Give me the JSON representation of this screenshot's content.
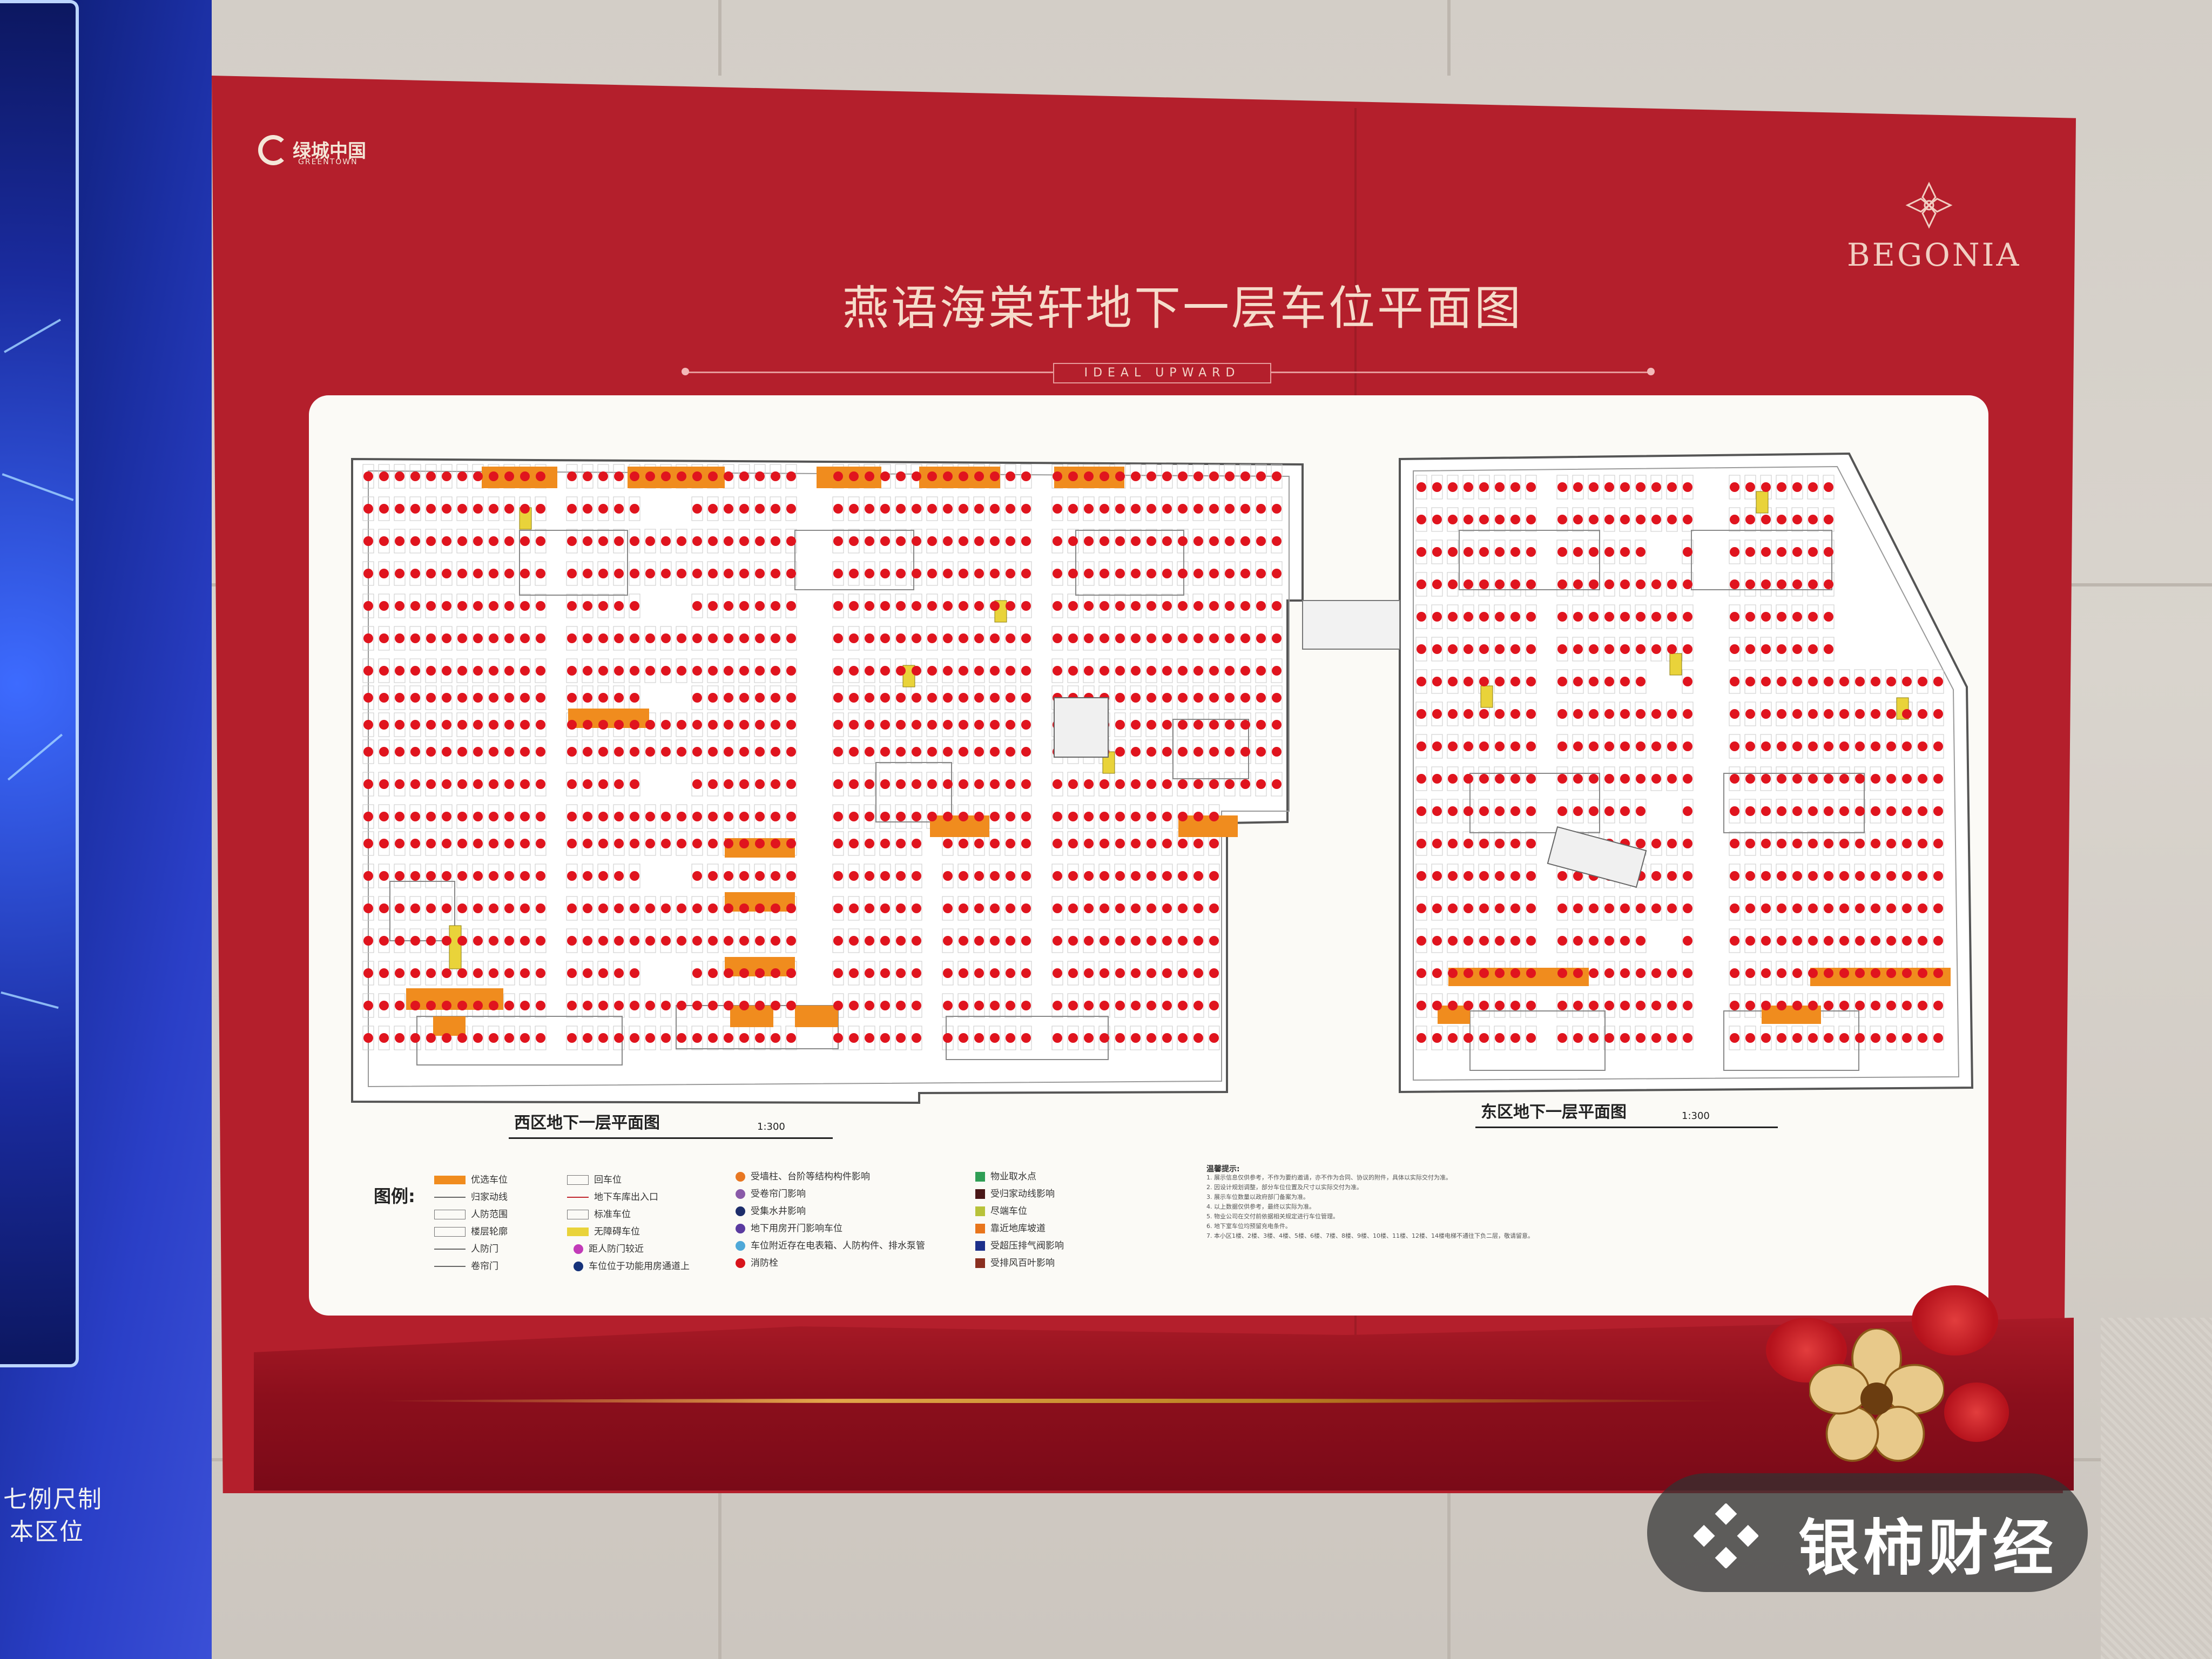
{
  "board": {
    "brand_cn": "绿城中国",
    "brand_en": "GREENTOWN",
    "project_en": "BEGONIA",
    "title": "燕语海棠轩地下一层车位平面图",
    "tagline": "IDEAL UPWARD"
  },
  "screen": {
    "text_line_1": "七例尺制",
    "text_line_2": "本区位"
  },
  "plan": {
    "west_caption": "西区地下一层平面图",
    "west_scale": "1:300",
    "east_caption": "东区地下一层平面图",
    "east_scale": "1:300"
  },
  "legend": {
    "title": "图例:",
    "col1": [
      "优选车位",
      "归家动线",
      "人防范围",
      "楼层轮廓",
      "人防门",
      "卷帘门"
    ],
    "col2": [
      "回车位",
      "地下车库出入口",
      "标准车位",
      "无障碍车位",
      "距人防门较近",
      "车位位于功能用房通道上"
    ],
    "col3": [
      "受墙柱、台阶等结构构件影响",
      "受卷帘门影响",
      "受集水井影响",
      "地下用房开门影响车位",
      "车位附近存在电表箱、人防构件、排水泵管",
      "消防栓"
    ],
    "col4": [
      "物业取水点",
      "受归家动线影响",
      "尽端车位",
      "靠近地库坡道",
      "受超压排气阀影响",
      "受排风百叶影响"
    ]
  },
  "notes": {
    "title": "温馨提示:",
    "lines": [
      "1. 展示信息仅供参考，不作为要约邀请，亦不作为合同、协议的附件，具体以实际交付为准。",
      "2. 因设计规划调整，部分车位位置及尺寸以实际交付为准。",
      "3. 展示车位数量以政府部门备案为准。",
      "4. 以上数据仅供参考，最终以实际为准。",
      "5. 物业公司在交付前依据相关规定进行车位管理。",
      "6. 地下室车位均预留充电条件。",
      "7. 本小区1楼、2楼、3楼、4楼、5楼、6楼、7楼、8楼、9楼、10楼、11楼、12楼、14楼电梯不通往下负二层，敬请留意。"
    ]
  },
  "watermark": {
    "text": "银柿财经"
  },
  "colors": {
    "board_red": "#b41f2c",
    "preferred_space": "#f08c1e",
    "standard_space": "#e0141e",
    "panel_bg": "#fbfaf6"
  }
}
